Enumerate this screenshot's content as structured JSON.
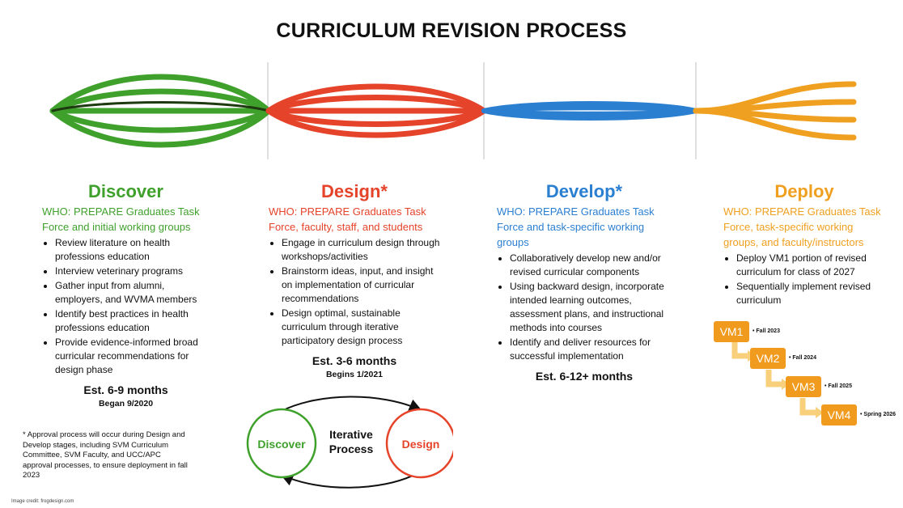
{
  "title": "CURRICULUM REVISION PROCESS",
  "colors": {
    "discover": "#3fa12c",
    "design": "#e5432a",
    "develop": "#2b7fd1",
    "deploy": "#f0a020",
    "dark_green": "#1e3a10"
  },
  "phases": [
    {
      "name": "Discover",
      "who": "WHO: PREPARE Graduates Task Force and initial working groups",
      "bullets": [
        "Review literature on health professions education",
        "Interview veterinary programs",
        "Gather input from alumni, employers, and WVMA members",
        "Identify best practices in health professions education",
        "Provide evidence-informed broad curricular recommendations for design phase"
      ],
      "estimate": "Est. 6-9 months",
      "began": "Began 9/2020"
    },
    {
      "name": "Design*",
      "who": "WHO: PREPARE Graduates Task Force, faculty, staff, and students",
      "bullets": [
        "Engage in curriculum design through workshops/activities",
        "Brainstorm ideas, input, and insight on implementation of curricular recommendations",
        "Design optimal, sustainable curriculum through iterative participatory design process"
      ],
      "estimate": "Est. 3-6 months",
      "began": "Begins 1/2021"
    },
    {
      "name": "Develop*",
      "who": "WHO: PREPARE Graduates Task Force and task-specific working groups",
      "bullets": [
        "Collaboratively develop new and/or revised curricular components",
        "Using backward design, incorporate intended learning outcomes, assessment plans, and instructional methods into courses",
        "Identify and deliver resources for successful implementation"
      ],
      "estimate": "Est. 6-12+ months"
    },
    {
      "name": "Deploy",
      "who": "WHO: PREPARE Graduates Task Force, task-specific working groups, and faculty/instructors",
      "bullets": [
        "Deploy VM1 portion of revised curriculum for class of 2027",
        "Sequentially implement revised curriculum"
      ]
    }
  ],
  "iterative": {
    "left": "Discover",
    "center_line1": "Iterative",
    "center_line2": "Process",
    "right": "Design"
  },
  "rollout": [
    {
      "label": "VM1",
      "term": "• Fall 2023"
    },
    {
      "label": "VM2",
      "term": "• Fall 2024"
    },
    {
      "label": "VM3",
      "term": "• Fall 2025"
    },
    {
      "label": "VM4",
      "term": "• Spring 2026"
    }
  ],
  "note": "* Approval process will occur during Design and Develop stages, including SVM Curriculum Committee, SVM Faculty, and UCC/APC approval processes, to ensure deployment in fall 2023",
  "credit": "Image credit: frogdesign.com"
}
